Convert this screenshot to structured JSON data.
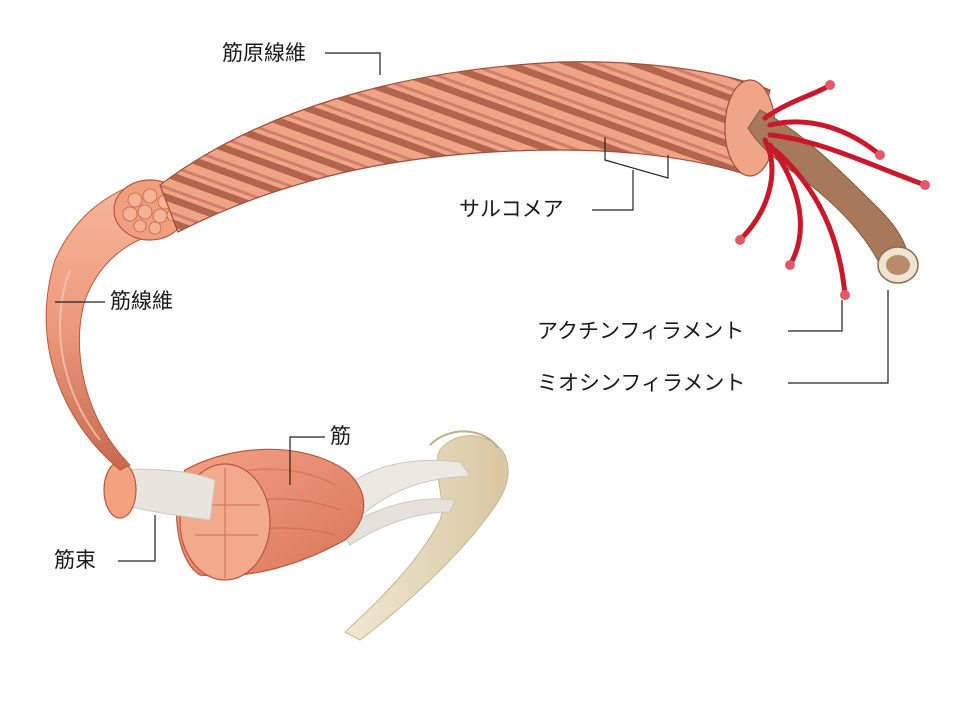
{
  "labels": {
    "myofibril": "筋原線維",
    "sarcomere": "サルコメア",
    "actin_filament": "アクチンフィラメント",
    "myosin_filament": "ミオシンフィラメント",
    "muscle_fiber": "筋線維",
    "muscle": "筋",
    "fascicle": "筋束"
  },
  "colors": {
    "muscle_light": "#f4a98a",
    "muscle_mid": "#e88c6c",
    "muscle_dark": "#b8563a",
    "stripe_dark": "#a45a45",
    "actin_red": "#c8182a",
    "myosin_brown": "#9a6b4a",
    "tendon": "#e9e4dc",
    "bone": "#e8dcc0",
    "leader_line": "#222222"
  }
}
